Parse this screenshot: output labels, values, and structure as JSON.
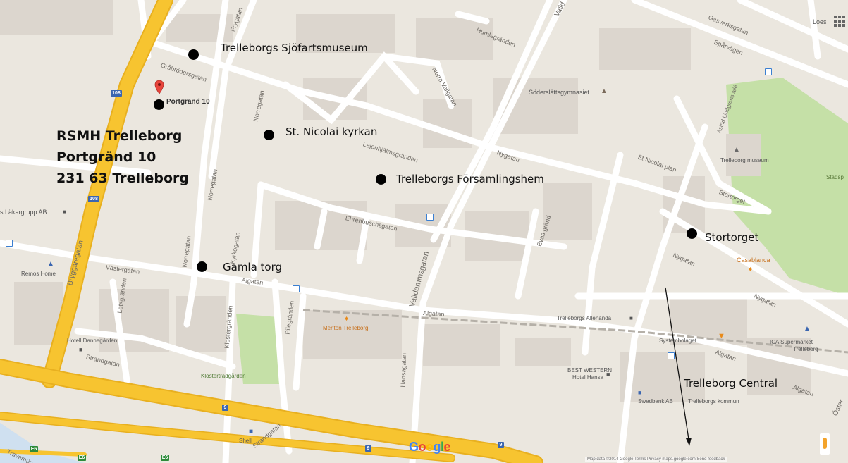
{
  "labels": {
    "sjofartsmuseum": "Trelleborgs Sjöfartsmuseum",
    "portgrand_pin": "Portgränd 10",
    "nicolai": "St. Nicolai kyrkan",
    "forsamlingshem": "Trelleborgs Församlingshem",
    "stortorget": "Stortorget",
    "gamla_torg": "Gamla torg",
    "central": "Trelleborg Central"
  },
  "address": {
    "line1": "RSMH Trelleborg",
    "line2": "Portgränd 10",
    "line3": "231 63 Trelleborg"
  },
  "streets": {
    "grabrodersgatan": "Gråbrödersgatan",
    "frygatan": "Frygatan",
    "humlegranden": "Humlegränden",
    "norra_vallgatan": "Norra Vallgatan",
    "valldammsgatan": "Valldammsgatan",
    "valld_top": "Valld",
    "gasverksgatan": "Gasverksgatan",
    "sparvagen": "Spårvägen",
    "norregatan_1": "Norregatan",
    "norregatan_2": "Norregatan",
    "norregatan_3": "Norregatan",
    "lejonhjalmsgranden": "Lejonhjälmsgränden",
    "nygatan_1": "Nygatan",
    "nygatan_2": "Nygatan",
    "nygatan_3": "Nygatan",
    "st_nicolai_plan": "St Nicolai plan",
    "stortorget_street": "Stortorget",
    "astrid_lindgrens_alle": "Astrid Lindgrens allé",
    "ehrenbuschsgatan": "Ehrenbuschsgatan",
    "evas_grand": "Evas gränd",
    "bryggaregatan": "Bryggaregatan",
    "vastergatan": "Västergatan",
    "algatan_1": "Algatan",
    "algatan_2": "Algatan",
    "algatan_3": "Algatan",
    "algatan_4": "Algatan",
    "kyrkogatan": "Kyrkogatan",
    "lotsgranden": "Lotsgränden",
    "klostergranden": "Klostergränden",
    "pilegranden": "Pilegränden",
    "hansagatan": "Hansagatan",
    "strandgatan_1": "Strandgatan",
    "strandgatan_2": "Strandgatan",
    "travemunde": "Travemün",
    "oster": "Öster"
  },
  "pois": {
    "sodervallsgymnasiet": "Söderslättsgymnasiet",
    "trelleborg_museum": "Trelleborg museum",
    "stadspark": "Stadsp",
    "lakargrupp": "s Läkargrupp AB",
    "remos": "Remos Home",
    "casablanca": "Casablanca",
    "meriton": "Meriton Trelleborg",
    "allehanda": "Trelleborgs Allehanda",
    "systembolaget": "Systembolaget",
    "ica": "ICA Supermarket",
    "ica2": "Trelleborg",
    "hotell": "Hotell Dannegården",
    "best_western": "BEST WESTERN",
    "hotel_hansa": "Hotel Hansa",
    "swedbank": "Swedbank AB",
    "kommun": "Trelleborgs kommun",
    "klostertradgarden": "Klosterträdgården",
    "shell": "Shell",
    "loes": "Loes"
  },
  "shields": {
    "s108a": "108",
    "s108b": "108",
    "e6a": "E6",
    "e6b": "E6",
    "e6c": "E6",
    "s9a": "9",
    "s9b": "9",
    "s9c": "9"
  },
  "google": {
    "g1": "G",
    "o1": "o",
    "o2": "o",
    "g2": "g",
    "l": "l",
    "e": "e"
  },
  "attribution": "Map data ©2014 Google   Terms   Privacy   maps.google.com   Send feedback",
  "colors": {
    "land": "#ebe7df",
    "road": "#ffffff",
    "building": "#dcd6ce",
    "park": "#c5e0a7",
    "motorway": "#f7c430",
    "pin": "#e8453c",
    "annotation": "#000000"
  }
}
